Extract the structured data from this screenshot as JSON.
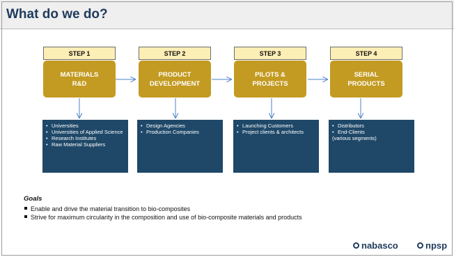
{
  "title": "What do we do?",
  "steps": [
    {
      "label": "STEP 1",
      "name_line1": "MATERIALS",
      "name_line2": "R&D",
      "items": [
        {
          "text": "Universities",
          "bullet": true
        },
        {
          "text": "Universities of Applied Science",
          "bullet": true
        },
        {
          "text": "Research Institutes",
          "bullet": true
        },
        {
          "text": "Raw Material Suppliers",
          "bullet": true
        }
      ]
    },
    {
      "label": "STEP 2",
      "name_line1": "PRODUCT",
      "name_line2": "DEVELOPMENT",
      "items": [
        {
          "text": "Design Agencies",
          "bullet": true
        },
        {
          "text": "Production Companies",
          "bullet": true
        }
      ]
    },
    {
      "label": "STEP 3",
      "name_line1": "PILOTS &",
      "name_line2": "PROJECTS",
      "items": [
        {
          "text": "Launching Customers",
          "bullet": true
        },
        {
          "text": "Project clients & architects",
          "bullet": true
        }
      ]
    },
    {
      "label": "STEP 4",
      "name_line1": "SERIAL",
      "name_line2": "PRODUCTS",
      "items": [
        {
          "text": "Distributors",
          "bullet": true
        },
        {
          "text": "End-Clients",
          "bullet": true
        },
        {
          "text": "(various segments)",
          "bullet": false
        }
      ]
    }
  ],
  "goals": {
    "title": "Goals",
    "items": [
      "Enable and drive the material transition to bio-composites",
      "Strive for maximum circularity in the composition and use of bio-composite materials and products"
    ]
  },
  "logos": [
    "nabasco",
    "npsp"
  ],
  "colors": {
    "title": "#1f3a5c",
    "step_label_bg": "#fdeeb5",
    "step_box": "#c39b22",
    "list_box": "#1f4868",
    "arrow": "#4f7fc4"
  }
}
